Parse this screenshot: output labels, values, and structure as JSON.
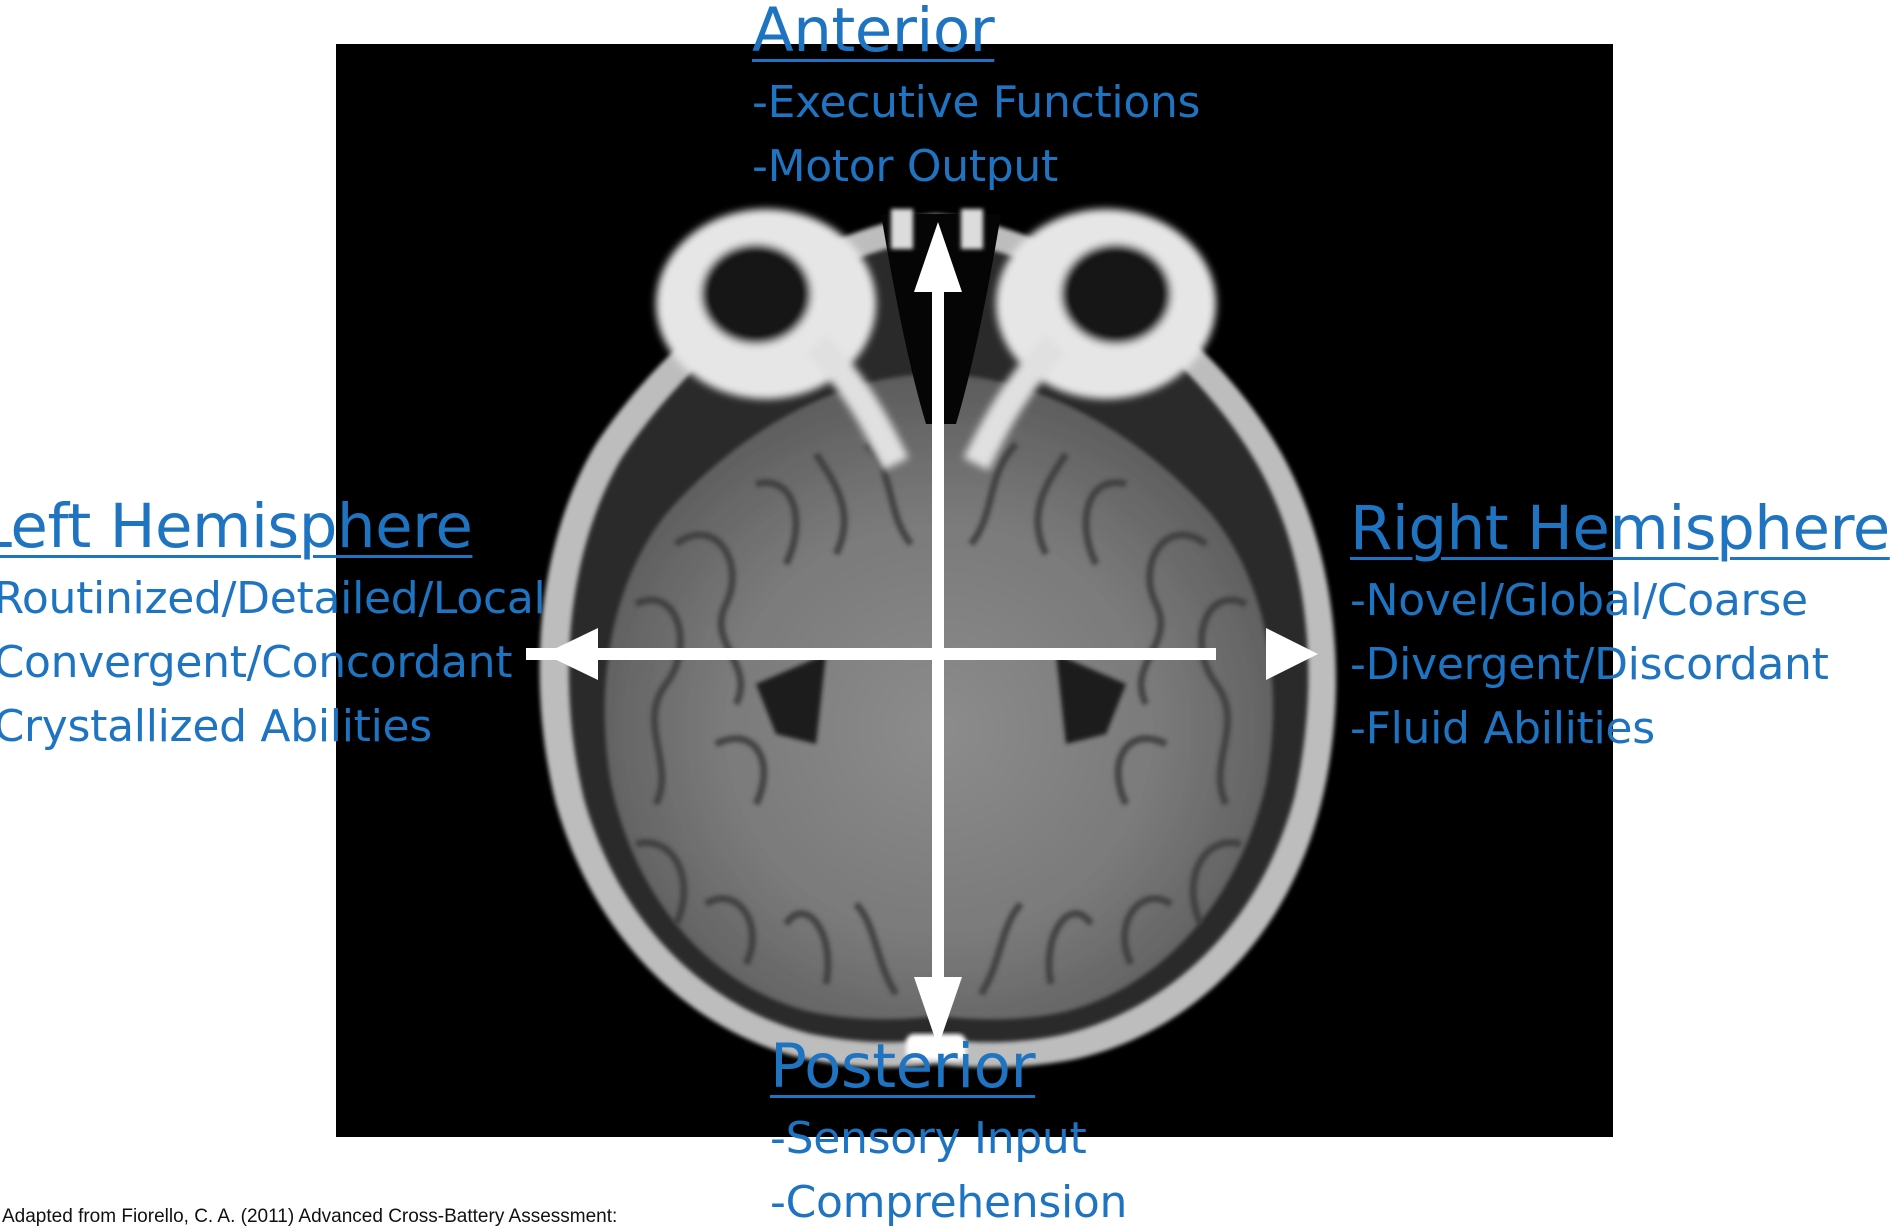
{
  "image": {
    "description_icon": "axial-brain-mri-icon",
    "background_color": "#000000"
  },
  "colors": {
    "label": "#1f74c2",
    "arrow": "#ffffff",
    "caption": "#111111"
  },
  "anterior": {
    "heading": "Anterior",
    "items": [
      "-Executive Functions",
      "-Motor Output"
    ]
  },
  "left_hemisphere": {
    "heading": "Left Hemisphere",
    "items": [
      "-Routinized/Detailed/Local",
      "-Convergent/Concordant",
      "-Crystallized Abilities"
    ]
  },
  "right_hemisphere": {
    "heading": "Right Hemisphere",
    "items": [
      "-Novel/Global/Coarse",
      "-Divergent/Discordant",
      "-Fluid Abilities"
    ]
  },
  "posterior": {
    "heading": "Posterior",
    "items": [
      "-Sensory Input",
      "-Comprehension"
    ]
  },
  "caption": "Adapted from Fiorello, C. A. (2011) Advanced Cross-Battery Assessment:"
}
